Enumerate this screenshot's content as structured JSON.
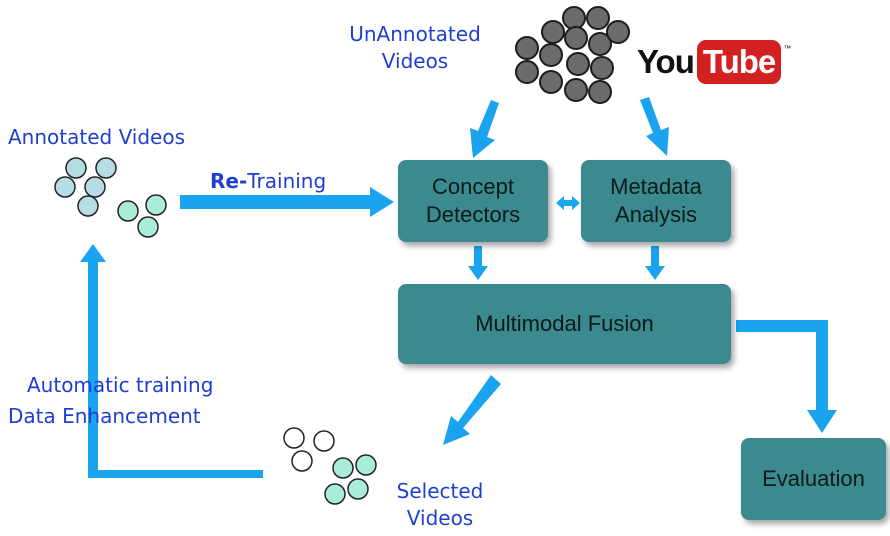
{
  "labels": {
    "unannotated_line1": "UnAnnotated",
    "unannotated_line2": "Videos",
    "annotated": "Annotated Videos",
    "retraining_bold": "Re-",
    "retraining_rest": "Training",
    "auto_line1": "Automatic training",
    "auto_line2": "Data Enhancement",
    "selected_line1": "Selected",
    "selected_line2": "Videos"
  },
  "boxes": {
    "concept_line1": "Concept",
    "concept_line2": "Detectors",
    "metadata_line1": "Metadata",
    "metadata_line2": "Analysis",
    "fusion": "Multimodal Fusion",
    "evaluation": "Evaluation"
  },
  "logo": {
    "you": "You",
    "tube": "Tube",
    "tm": "™"
  },
  "colors": {
    "label_text": "#1f3fd0",
    "arrow": "#1aa3ee",
    "box_fill": "#3a8a8f",
    "grey_circle": "#6b6b6b",
    "blue_circle": "#b6dde4",
    "mint_circle": "#a9ecd9",
    "youtube_red": "#d32020"
  }
}
